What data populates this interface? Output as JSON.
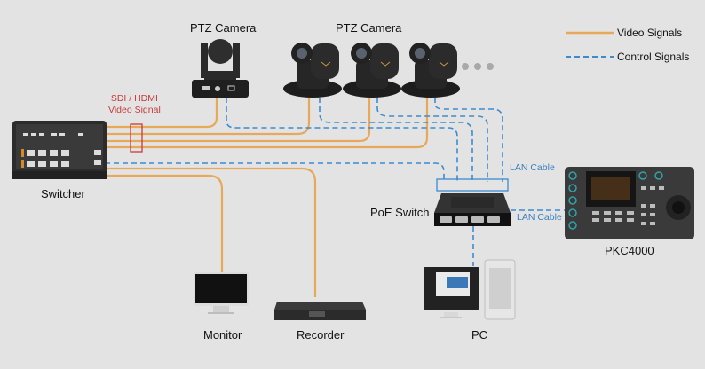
{
  "colors": {
    "background": "#e3e3e3",
    "video": "#e8a85a",
    "control": "#3d8bcf",
    "annotation_red": "#c93a3a",
    "annotation_blue": "#3a7fc2",
    "device_dark": "#2a2a2a"
  },
  "legend": {
    "video_label": "Video Signals",
    "control_label": "Control Signals"
  },
  "devices": {
    "ptz_single_label": "PTZ Camera",
    "ptz_group_label": "PTZ Camera",
    "switcher_label": "Switcher",
    "poe_switch_label": "PoE Switch",
    "controller_label": "PKC4000",
    "monitor_label": "Monitor",
    "recorder_label": "Recorder",
    "pc_label": "PC"
  },
  "annotations": {
    "sdi_line1": "SDI / HDMI",
    "sdi_line2": "Video Signal",
    "lan_cable_top": "LAN Cable",
    "lan_cable_right": "LAN Cable"
  },
  "icons": {
    "more_cameras": "ellipsis-dots"
  }
}
